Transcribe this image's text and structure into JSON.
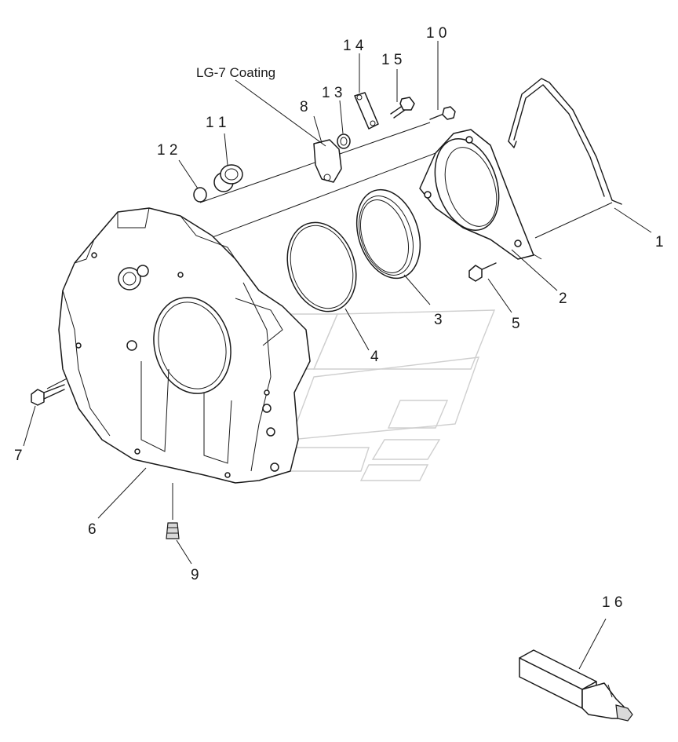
{
  "note": "LG-7 Coating",
  "labels": {
    "c1": "1",
    "c2": "2",
    "c3": "3",
    "c4": "4",
    "c5": "5",
    "c6": "6",
    "c7": "7",
    "c8": "8",
    "c9": "9",
    "c10": "1 0",
    "c11": "1 1",
    "c12": "1 2",
    "c13": "1 3",
    "c14": "1 4",
    "c15": "1 5",
    "c16": "1 6"
  }
}
